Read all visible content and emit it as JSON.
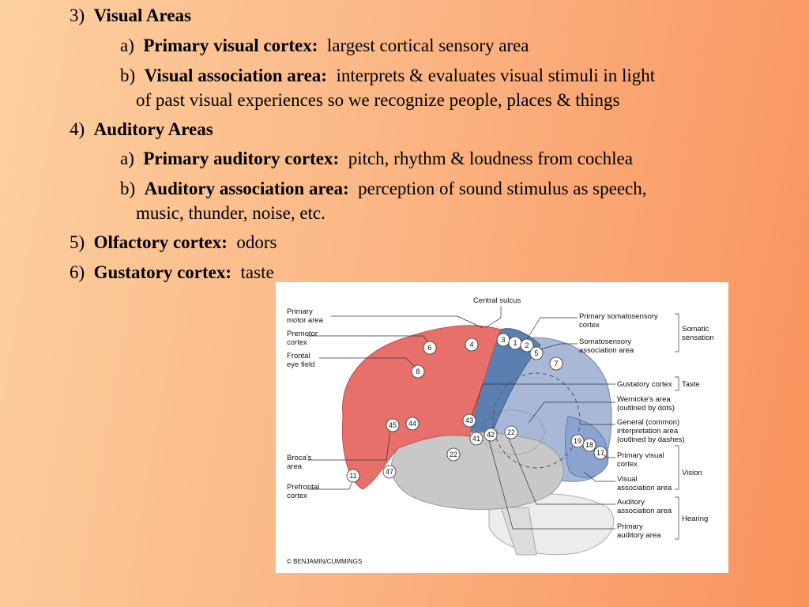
{
  "outline": [
    {
      "id": "l1",
      "num": "3)",
      "bold": "Visual Areas",
      "text": ""
    },
    {
      "id": "l2",
      "num": "a)",
      "bold": "Primary visual cortex:",
      "text": "largest cortical sensory area"
    },
    {
      "id": "l3",
      "num": "b)",
      "bold": "Visual association area:",
      "text": "interprets & evaluates visual stimuli in light"
    },
    {
      "id": "l3b",
      "num": "",
      "bold": "",
      "text": "of past visual experiences so we recognize people, places & things"
    },
    {
      "id": "l4",
      "num": "4)",
      "bold": "Auditory Areas",
      "text": ""
    },
    {
      "id": "l5",
      "num": "a)",
      "bold": "Primary auditory cortex:",
      "text": "pitch, rhythm & loudness from cochlea"
    },
    {
      "id": "l6",
      "num": "b)",
      "bold": "Auditory association area:",
      "text": "perception of sound stimulus as speech,"
    },
    {
      "id": "l6b",
      "num": "",
      "bold": "",
      "text": "music, thunder, noise, etc."
    },
    {
      "id": "l7",
      "num": "5)",
      "bold": "Olfactory cortex:",
      "text": "odors"
    },
    {
      "id": "l8",
      "num": "6)",
      "bold": "Gustatory cortex:",
      "text": "taste"
    }
  ],
  "figure": {
    "labels": {
      "central_sulcus": "Central sulcus",
      "primary_motor_1": "Primary",
      "primary_motor_2": "motor area",
      "premotor_1": "Premotor",
      "premotor_2": "cortex",
      "frontal_eye_1": "Frontal",
      "frontal_eye_2": "eye field",
      "brocas_1": "Broca's",
      "brocas_2": "area",
      "prefrontal_1": "Prefrontal",
      "prefrontal_2": "cortex",
      "prim_somato_1": "Primary somatosensory",
      "prim_somato_2": "cortex",
      "somato_assoc_1": "Somatosensory",
      "somato_assoc_2": "association area",
      "somatic_1": "Somatic",
      "somatic_2": "sensation",
      "gustatory": "Gustatory cortex",
      "taste": "Taste",
      "wernicke_1": "Wernicke's area",
      "wernicke_2": "(outlined by dots)",
      "general_1": "General (common)",
      "general_2": "interpretation area",
      "general_3": "(outlined by dashes)",
      "prim_visual_1": "Primary visual",
      "prim_visual_2": "cortex",
      "vis_assoc_1": "Visual",
      "vis_assoc_2": "association area",
      "vision": "Vision",
      "aud_assoc_1": "Auditory",
      "aud_assoc_2": "association area",
      "prim_aud_1": "Primary",
      "prim_aud_2": "auditory area",
      "hearing": "Hearing",
      "copyright": "© BENJAMIN/CUMMINGS"
    },
    "areas": {
      "a6": "6",
      "a4": "4",
      "a3": "3",
      "a1": "1",
      "a2": "2",
      "a5": "5",
      "a7": "7",
      "a8": "8",
      "a43": "43",
      "a45": "45",
      "a44": "44",
      "a41": "41",
      "a42": "42",
      "a22a": "22",
      "a22b": "22",
      "a19": "19",
      "a18": "18",
      "a17": "17",
      "a47": "47",
      "a11": "11"
    },
    "colors": {
      "frontal": "#e8706a",
      "parietal": "#aab8d8",
      "somato": "#5b7fb0",
      "temporal": "#c8c8c8",
      "occipital": "#8aa3cf"
    }
  }
}
